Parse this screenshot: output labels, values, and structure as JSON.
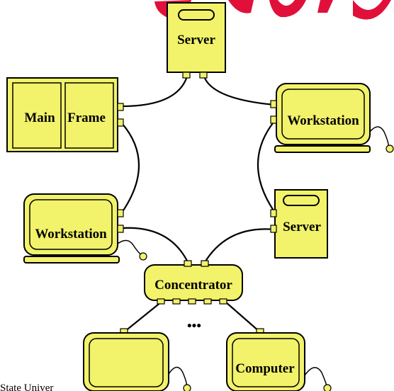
{
  "labels": {
    "server_top": "Server",
    "main_frame_left": "Main",
    "main_frame_right": "Frame",
    "workstation_right": "Workstation",
    "workstation_left": "Workstation",
    "server_right": "Server",
    "concentrator": "Concentrator",
    "ellipsis": "•••",
    "computer": "Computer"
  },
  "footer_text": "State Univer",
  "colors": {
    "device_fill": "#f2f26b",
    "outline": "#000000",
    "title_fragment": "#e0103a"
  }
}
